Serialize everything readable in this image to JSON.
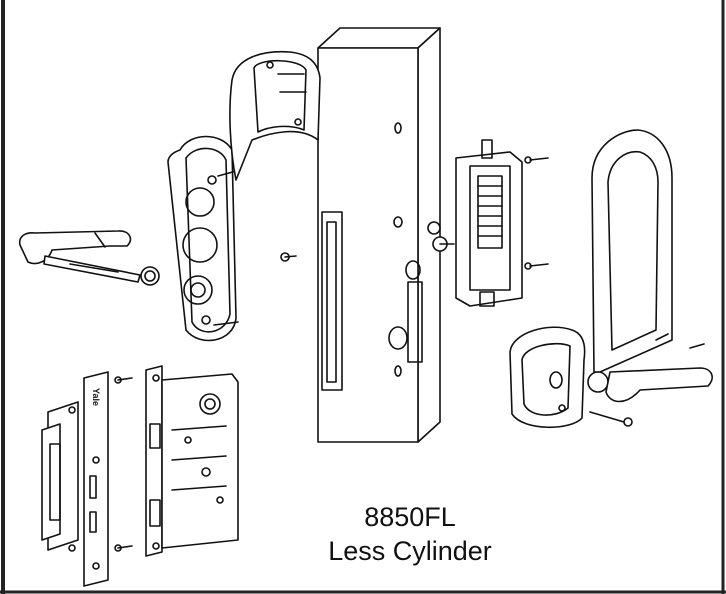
{
  "diagram": {
    "model": "8850FL",
    "subtitle": "Less Cylinder",
    "brand_mark": "Yale"
  }
}
